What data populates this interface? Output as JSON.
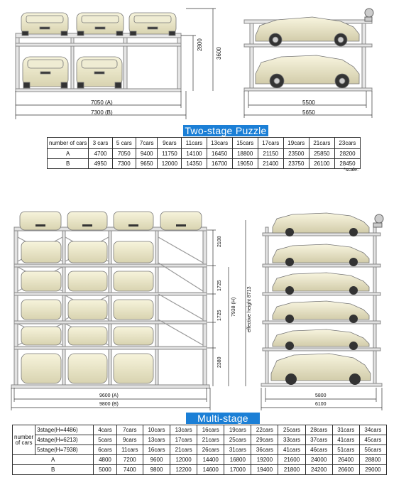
{
  "two_stage": {
    "dims": {
      "front_width_a": "7050 (A)",
      "front_width_b": "7300 (B)",
      "height_lower": "2800",
      "height_total": "3600",
      "side_inner": "5500",
      "side_outer": "5650"
    },
    "title": "Two-stage Puzzle",
    "table": {
      "header_label": "number of cars",
      "columns": [
        "3 cars",
        "5 cars",
        "7cars",
        "9cars",
        "11cars",
        "13cars",
        "15cars",
        "17cars",
        "19cars",
        "21cars",
        "23cars"
      ],
      "rows": [
        {
          "label": "A",
          "values": [
            "4700",
            "7050",
            "9400",
            "11750",
            "14100",
            "16450",
            "18800",
            "21150",
            "23500",
            "25850",
            "28200"
          ]
        },
        {
          "label": "B",
          "values": [
            "4950",
            "7300",
            "9650",
            "12000",
            "14350",
            "16700",
            "19050",
            "21400",
            "23750",
            "26100",
            "28450"
          ]
        }
      ]
    },
    "note": "*scale:"
  },
  "multi_stage": {
    "dims": {
      "front_width_a": "9600 (A)",
      "front_width_b": "9800 (B)",
      "h_top": "2108",
      "h_mid1": "1725",
      "h_mid2": "1725",
      "h_bottom": "2380",
      "h_total": "7938 (H)",
      "effective_height": "effective height 8713",
      "side_inner": "5800",
      "side_outer": "6100"
    },
    "title": "Multi-stage",
    "table": {
      "header_label": "number of cars",
      "stage_rows": [
        {
          "label": "3stage(H=4486)",
          "values": [
            "4cars",
            "7cars",
            "10cars",
            "13cars",
            "16cars",
            "19cars",
            "22cars",
            "25cars",
            "28cars",
            "31cars",
            "34cars"
          ]
        },
        {
          "label": "4stage(H=6213)",
          "values": [
            "5cars",
            "9cars",
            "13cars",
            "17cars",
            "21cars",
            "25cars",
            "29cars",
            "33cars",
            "37cars",
            "41cars",
            "45cars"
          ]
        },
        {
          "label": "5stage(H=7938)",
          "values": [
            "6cars",
            "11cars",
            "16cars",
            "21cars",
            "26cars",
            "31cars",
            "36cars",
            "41cars",
            "46cars",
            "51cars",
            "56cars"
          ]
        }
      ],
      "rows": [
        {
          "label": "A",
          "values": [
            "4800",
            "7200",
            "9600",
            "12000",
            "14400",
            "16800",
            "19200",
            "21600",
            "24000",
            "26400",
            "28800"
          ]
        },
        {
          "label": "B",
          "values": [
            "5000",
            "7400",
            "9800",
            "12200",
            "14600",
            "17000",
            "19400",
            "21800",
            "24200",
            "26600",
            "29000"
          ]
        }
      ]
    }
  }
}
